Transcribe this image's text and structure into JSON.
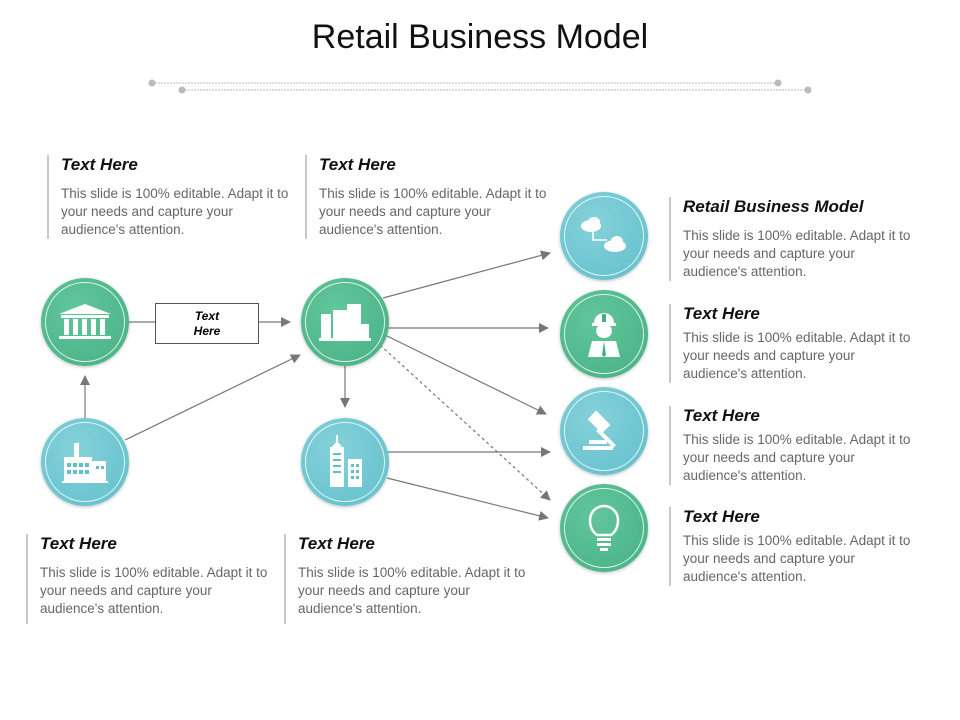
{
  "title": "Retail Business Model",
  "colors": {
    "green": "#4cb98a",
    "blue": "#6cc5d0",
    "arrow": "#777777"
  },
  "center_box": {
    "label_line1": "Text",
    "label_line2": "Here"
  },
  "blocks": [
    {
      "heading": "Text Here",
      "body": "This slide is 100% editable. Adapt it to your needs and capture your audience's attention."
    },
    {
      "heading": "Text Here",
      "body": "This slide is 100% editable. Adapt it to your needs and capture your audience's attention."
    },
    {
      "heading": "Text Here",
      "body": "This slide is 100% editable. Adapt it to your needs and capture your audience's attention."
    },
    {
      "heading": "Text Here",
      "body": "This slide is 100% editable. Adapt it to your needs and capture your audience's attention."
    },
    {
      "heading": "Retail Business Model",
      "body": "This slide is 100% editable. Adapt it to your needs and capture your audience's attention."
    },
    {
      "heading": "Text Here",
      "body": "This slide is 100% editable. Adapt it to your needs and capture your audience's attention."
    },
    {
      "heading": "Text Here",
      "body": "This slide is 100% editable. Adapt it to your needs and capture your audience's attention."
    },
    {
      "heading": "Text Here",
      "body": "This slide is 100% editable. Adapt it to your needs and capture your audience's attention."
    }
  ],
  "icons": [
    "bank-icon",
    "factory-icon",
    "office-buildings-icon",
    "skyscraper-icon",
    "cloud-network-icon",
    "engineer-icon",
    "gavel-icon",
    "lightbulb-icon"
  ]
}
